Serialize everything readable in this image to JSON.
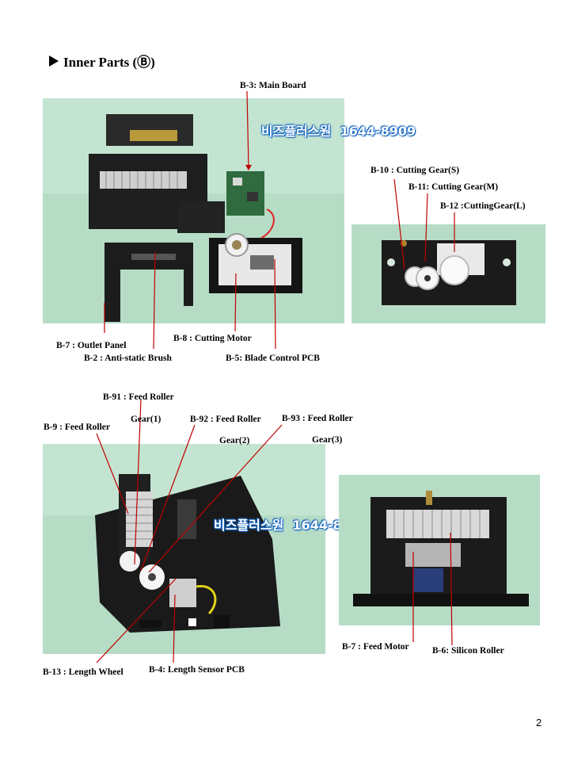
{
  "heading": "Inner Parts (Ⓑ)",
  "watermarks": {
    "brand": "비즈플러스원",
    "phone": "1644-8909"
  },
  "labels": {
    "b3": "B-3: Main  Board",
    "b10": "B-10 : Cutting Gear(S)",
    "b11": "B-11: Cutting Gear(M)",
    "b12": "B-12 :CuttingGear(L)",
    "b7_outlet": "B-7 : Outlet Panel",
    "b8": "B-8 : Cutting Motor",
    "b2": "B-2 : Anti-static  Brush",
    "b5": "B-5: Blade  Control PCB",
    "b91_a": "B-91 : Feed  Roller",
    "b91_b": "Gear(1)",
    "b9": "B-9 : Feed  Roller",
    "b92_a": "B-92 : Feed  Roller",
    "b92_b": "Gear(2)",
    "b93_a": "B-93 : Feed  Roller",
    "b93_b": "Gear(3)",
    "b7_feed": "B-7 : Feed  Motor",
    "b6": "B-6: Silicon Roller",
    "b13": "B-13 : Length  Wheel",
    "b4": "B-4: Length  Sensor PCB"
  },
  "page_number": "2",
  "colors": {
    "photo_bg": "#b5dcc4",
    "leader": "#c00000",
    "watermark_outline": "#1565c0"
  }
}
